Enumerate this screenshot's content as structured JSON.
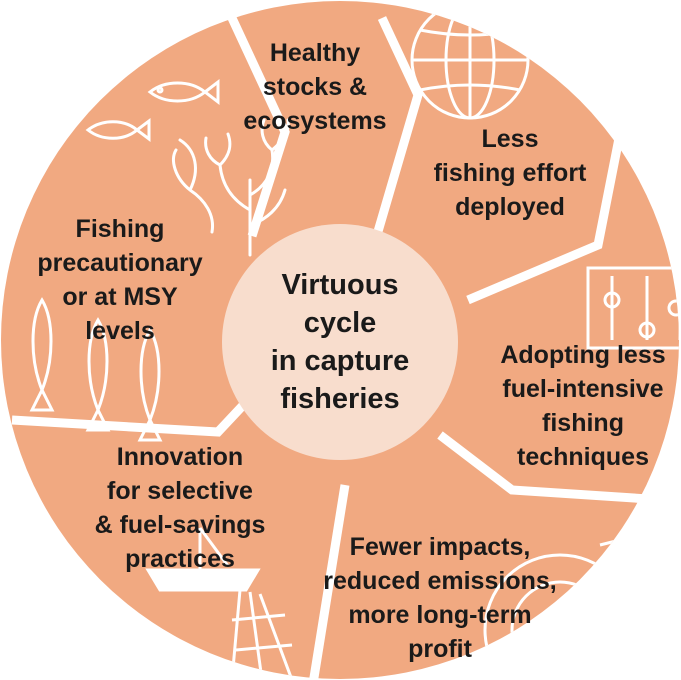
{
  "colors": {
    "segment_fill": "#f1a981",
    "center_fill": "#f8ddcd",
    "separator": "#ffffff",
    "ink": "#ffffff",
    "text": "#1a1a1a"
  },
  "center": {
    "lines": [
      "Virtuous",
      "cycle",
      "in capture",
      "fisheries"
    ]
  },
  "segments": [
    {
      "id": "healthy-stocks",
      "icon": "fish-and-coral-icon",
      "lines": [
        "Healthy",
        "stocks &",
        "ecosystems"
      ]
    },
    {
      "id": "less-effort",
      "icon": "globe-icon",
      "lines": [
        "Less",
        "fishing effort",
        "deployed"
      ]
    },
    {
      "id": "fuel-techniques",
      "icon": "slider-controls-icon",
      "lines": [
        "Adopting less",
        "fuel-intensive",
        "fishing",
        "techniques"
      ]
    },
    {
      "id": "fewer-impacts",
      "icon": "target-arrow-icon",
      "lines": [
        "Fewer impacts,",
        "reduced emissions,",
        "more long-term",
        "profit"
      ]
    },
    {
      "id": "innovation",
      "icon": "boat-and-net-icon",
      "lines": [
        "Innovation",
        "for selective",
        "& fuel-savings",
        "practices"
      ]
    },
    {
      "id": "msy",
      "icon": "three-fish-icon",
      "lines": [
        "Fishing",
        "precautionary",
        "or at MSY",
        "levels"
      ]
    }
  ]
}
